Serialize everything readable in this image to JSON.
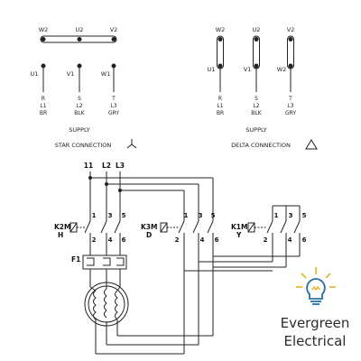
{
  "star": {
    "top_terminals": [
      "W2",
      "U2",
      "V2"
    ],
    "bottom_terminals": [
      "U1",
      "V1",
      "W1"
    ],
    "supply_rows": [
      [
        "R",
        "L1",
        "BR"
      ],
      [
        "S",
        "L2",
        "BLK"
      ],
      [
        "T",
        "L3",
        "GRY"
      ]
    ],
    "supply_label": "SUPPLY",
    "caption": "STAR CONNECTION"
  },
  "delta": {
    "top_terminals": [
      "W2",
      "U2",
      "V2"
    ],
    "bottom_terminals": [
      "U1",
      "V1",
      "W2"
    ],
    "supply_rows": [
      [
        "R",
        "L1",
        "BR"
      ],
      [
        "S",
        "L2",
        "BLK"
      ],
      [
        "T",
        "L3",
        "GRY"
      ]
    ],
    "supply_label": "SUPPLY",
    "caption": "DELTA CONNECTION"
  },
  "lines": [
    "11",
    "L2",
    "L3"
  ],
  "contactors": [
    {
      "coil": "K2M",
      "letter": "H",
      "top": [
        "1",
        "3",
        "5"
      ],
      "bottom": [
        "2",
        "4",
        "6"
      ]
    },
    {
      "coil": "K3M",
      "letter": "D",
      "top": [
        "1",
        "3",
        "5"
      ],
      "bottom": [
        "2",
        "4",
        "6"
      ]
    },
    {
      "coil": "K1M",
      "letter": "Y",
      "top": [
        "1",
        "3",
        "5"
      ],
      "bottom": [
        "2",
        "4",
        "6"
      ]
    }
  ],
  "overload": "F1",
  "brand": {
    "line1": "Evergreen",
    "line2": "Electrical"
  },
  "colors": {
    "line": "#222222",
    "bulb_glow": "#f2b01e",
    "bulb_body": "#2a6fb0"
  }
}
